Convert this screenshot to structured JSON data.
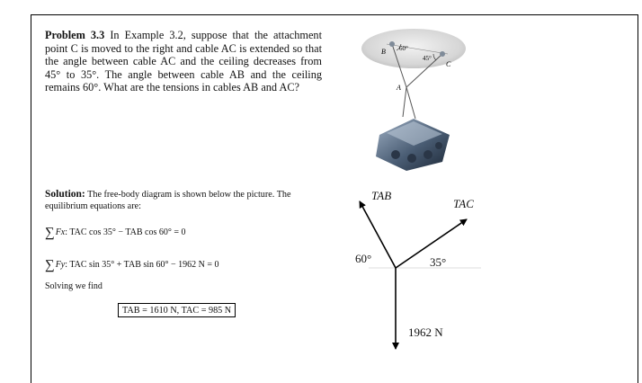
{
  "problem": {
    "number": "Problem 3.3",
    "text": "In Example 3.2, suppose that the attachment point C is moved to the right and cable AC is extended so that the angle between cable AC and the ceiling decreases from 45° to 35°. The angle between cable AB and the ceiling remains 60°. What are the tensions in cables AB and AC?"
  },
  "figure": {
    "label_b": "B",
    "label_c": "C",
    "label_a": "A",
    "angle_left": "60°",
    "angle_right": "45°"
  },
  "solution": {
    "heading": "Solution:",
    "intro": "The free-body diagram is shown below the picture. The equilibrium equations are:",
    "eq_x": ": TAC cos 35° − TAB cos 60° = 0",
    "eq_x_var": "Fx",
    "eq_y": ": TAC sin 35° + TAB sin 60° − 1962 N = 0",
    "eq_y_var": "Fy",
    "solving": "Solving we find",
    "answer": "TAB = 1610 N,  TAC = 985 N"
  },
  "fbd": {
    "tab_label": "TAB",
    "tac_label": "TAC",
    "angle_left": "60°",
    "angle_right": "35°",
    "weight": "1962 N"
  }
}
